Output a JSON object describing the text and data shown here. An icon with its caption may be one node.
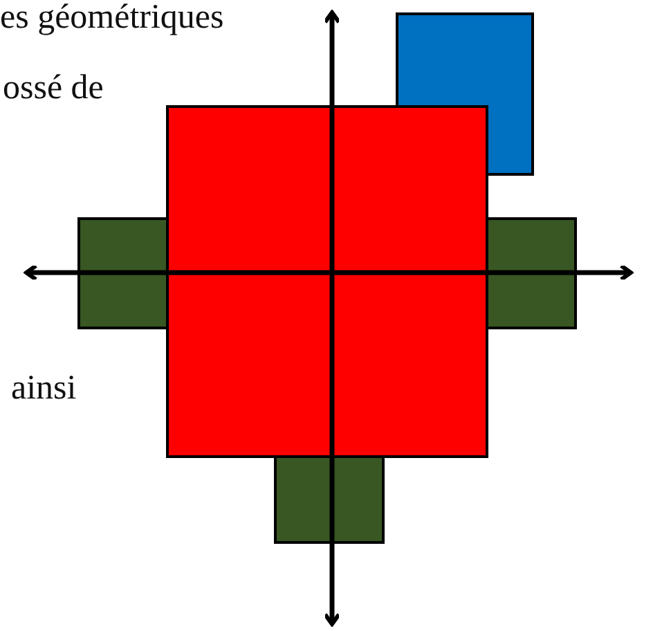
{
  "diagram": {
    "labels": [
      "es géométriques",
      "ossé de",
      "ainsi"
    ]
  }
}
